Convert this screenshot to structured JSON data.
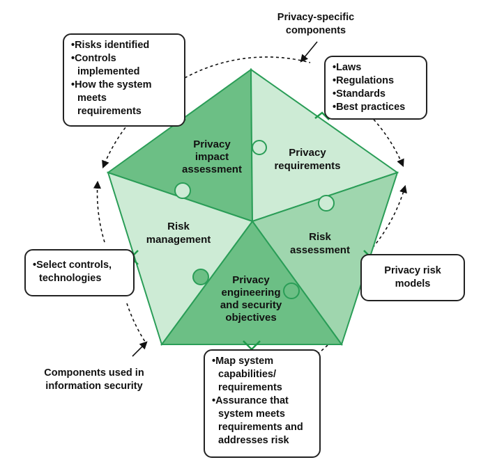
{
  "segments": {
    "pia": [
      "Privacy",
      "impact",
      "assessment"
    ],
    "requirements": [
      "Privacy",
      "requirements"
    ],
    "risk_assessment": [
      "Risk",
      "assessment"
    ],
    "objectives": [
      "Privacy",
      "engineering",
      "and security",
      "objectives"
    ],
    "risk_management": [
      "Risk",
      "management"
    ]
  },
  "boxes": {
    "pia_outputs": [
      "Risks identified",
      "Controls",
      "implemented",
      "How the system",
      "meets",
      "requirements"
    ],
    "requirements_sources": [
      "Laws",
      "Regulations",
      "Standards",
      "Best practices"
    ],
    "risk_models": [
      "Privacy risk",
      "models"
    ],
    "objectives_outputs": [
      "Map system",
      "capabilities/",
      "requirements",
      "Assurance that",
      "system meets",
      "requirements and",
      "addresses risk"
    ],
    "risk_management_outputs": [
      "Select controls,",
      "technologies"
    ]
  },
  "labels": {
    "privacy_specific": [
      "Privacy-specific",
      "components"
    ],
    "infosec": [
      "Components used in",
      "information security"
    ]
  },
  "colors": {
    "edge": "#2a9d57",
    "dark_fill": "#6cbf85",
    "mid_fill": "#9fd6ae",
    "light_fill": "#cdebd5",
    "bracket": "#1e9a4a"
  }
}
